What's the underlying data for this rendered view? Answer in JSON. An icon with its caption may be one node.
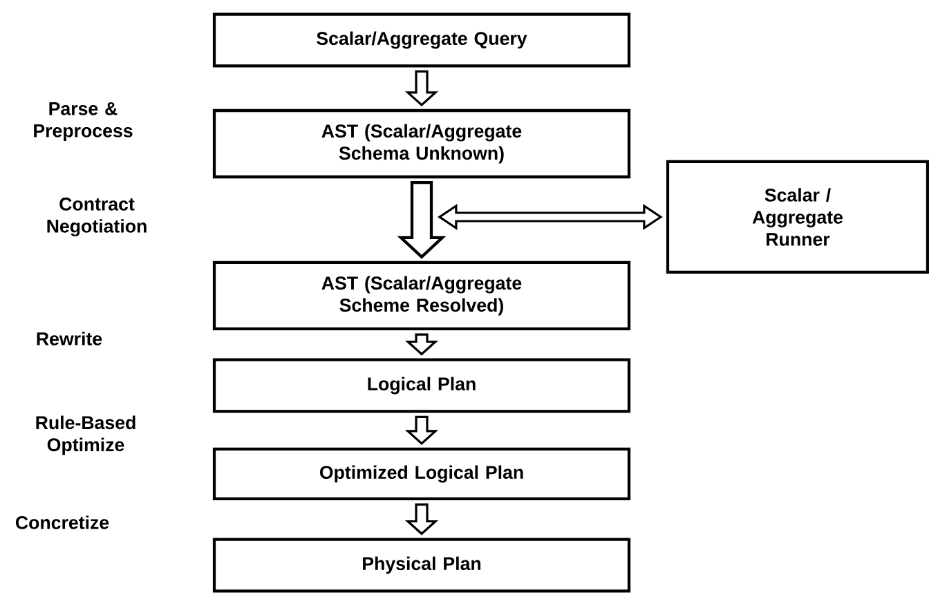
{
  "diagram": {
    "nodes": [
      {
        "text": [
          "Scalar/Aggregate Query"
        ]
      },
      {
        "text": [
          "AST (Scalar/Aggregate Schema Unknown)"
        ]
      },
      {
        "text": [
          "AST (Scalar/Aggregate Scheme Resolved)"
        ]
      },
      {
        "text": [
          "Logical Plan"
        ]
      },
      {
        "text": [
          "Optimized Logical Plan"
        ]
      },
      {
        "text": [
          "Physical Plan"
        ]
      },
      {
        "text": [
          "Scalar / Aggregate Runner"
        ]
      }
    ],
    "edges": [
      {
        "from": 0,
        "to": 1,
        "arrow": "to"
      },
      {
        "from": 1,
        "to": 2,
        "arrow": "to",
        "style": "thick"
      },
      {
        "from": 2,
        "to": 3,
        "arrow": "to"
      },
      {
        "from": 3,
        "to": 4,
        "arrow": "to"
      },
      {
        "from": 4,
        "to": 5,
        "arrow": "to"
      },
      {
        "from": null,
        "to": 6,
        "arrow": "both"
      }
    ],
    "labels": [
      "Parse & Preprocess",
      "Contract Negotiation",
      "Rewrite",
      "Rule-Based Optimize",
      "Concretize"
    ]
  }
}
